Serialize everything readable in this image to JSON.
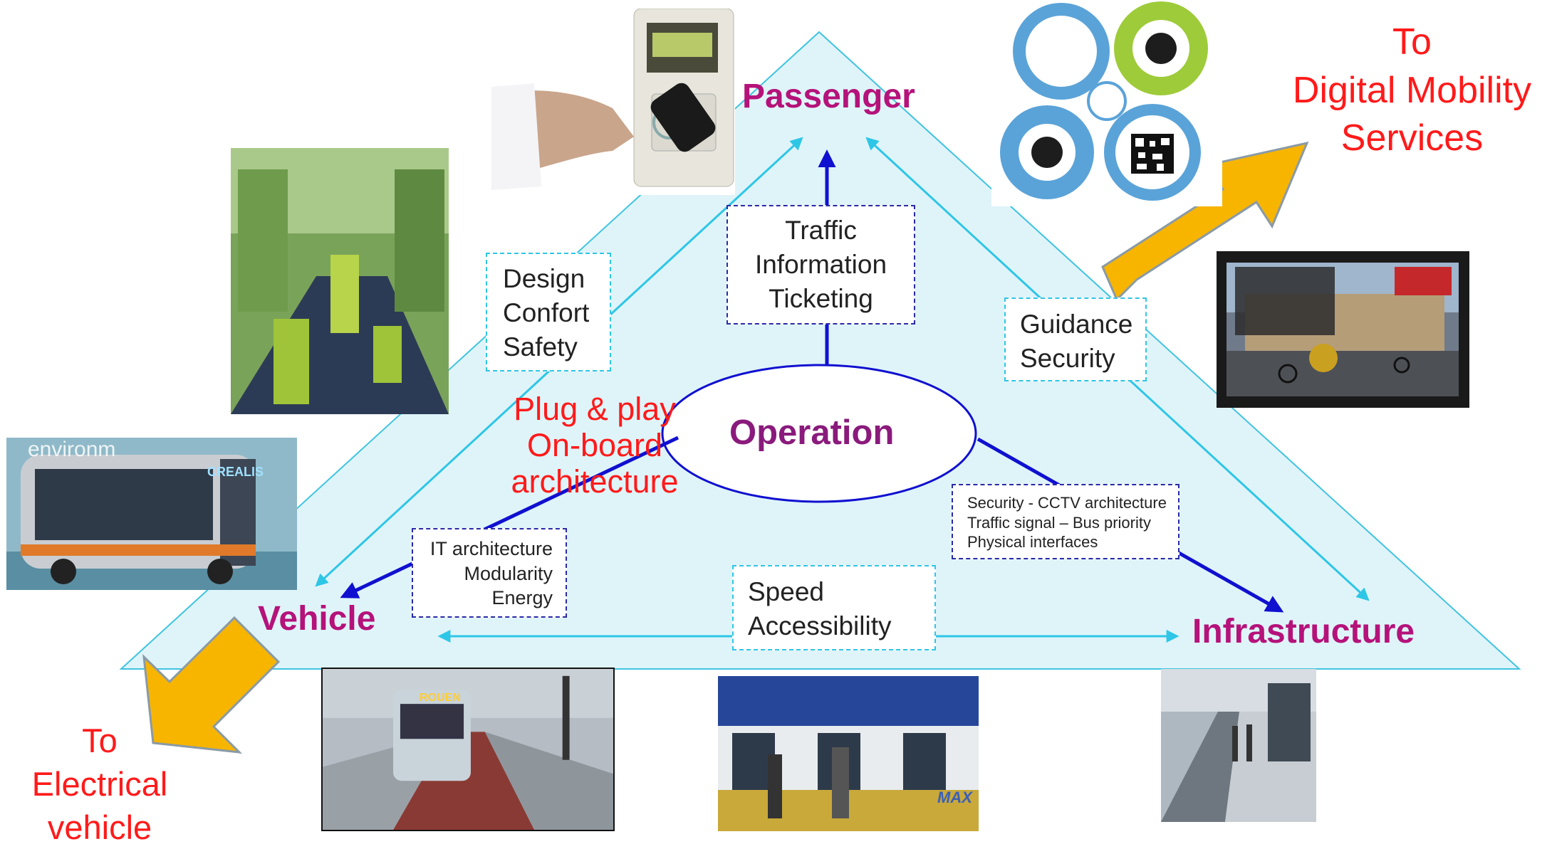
{
  "nodes": {
    "passenger": "Passenger",
    "vehicle": "Vehicle",
    "infrastructure": "Infrastructure",
    "operation": "Operation"
  },
  "boxes": {
    "design": [
      "Design",
      "Confort",
      "Safety"
    ],
    "traffic": [
      "Traffic",
      "Information",
      "Ticketing"
    ],
    "guidance": [
      "Guidance",
      "Security"
    ],
    "it": [
      "IT architecture",
      "Modularity",
      "Energy"
    ],
    "security": [
      "Security  - CCTV architecture",
      "Traffic signal – Bus priority",
      "Physical interfaces"
    ],
    "speed": [
      "Speed",
      "Accessibility"
    ]
  },
  "red_labels": {
    "plug": [
      "Plug & play",
      "On-board",
      "architecture"
    ],
    "digital": [
      "To",
      "Digital Mobility",
      "Services"
    ],
    "electrical": [
      "To",
      "Electrical",
      "vehicle"
    ]
  },
  "image_text": {
    "bus_front_sign": "CREALIS",
    "bus_wall_sign": "environm",
    "bus_route_sign": "ROUEN",
    "train_brand": "MAX"
  },
  "colors": {
    "triangle_fill": "#dff4f9",
    "triangle_stroke": "#3fc4e0",
    "arrow_dark": "#1010d0",
    "arrow_light": "#2ec6e6",
    "big_arrow": "#f7b500",
    "node_label": "#b5127a",
    "red_label": "#ff1a1a"
  },
  "icons": [
    "smartphone-icon",
    "qr-code-icon"
  ]
}
